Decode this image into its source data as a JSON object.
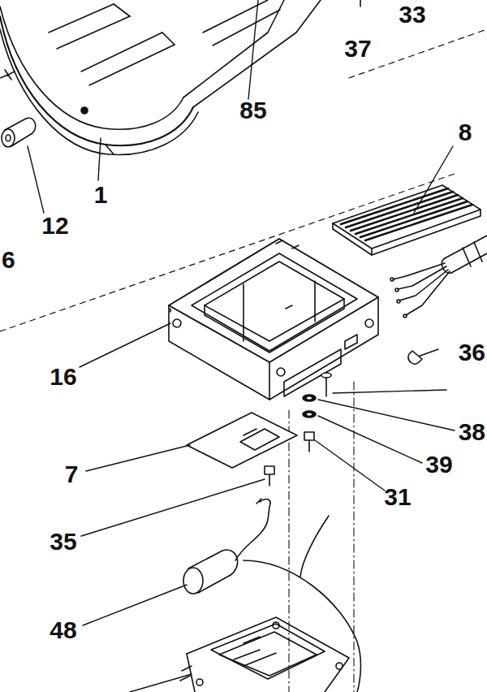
{
  "diagram": {
    "labels": [
      "33",
      "37",
      "85",
      "8",
      "1",
      "12",
      "6",
      "16",
      "36",
      "38",
      "39",
      "7",
      "31",
      "35",
      "48"
    ]
  }
}
